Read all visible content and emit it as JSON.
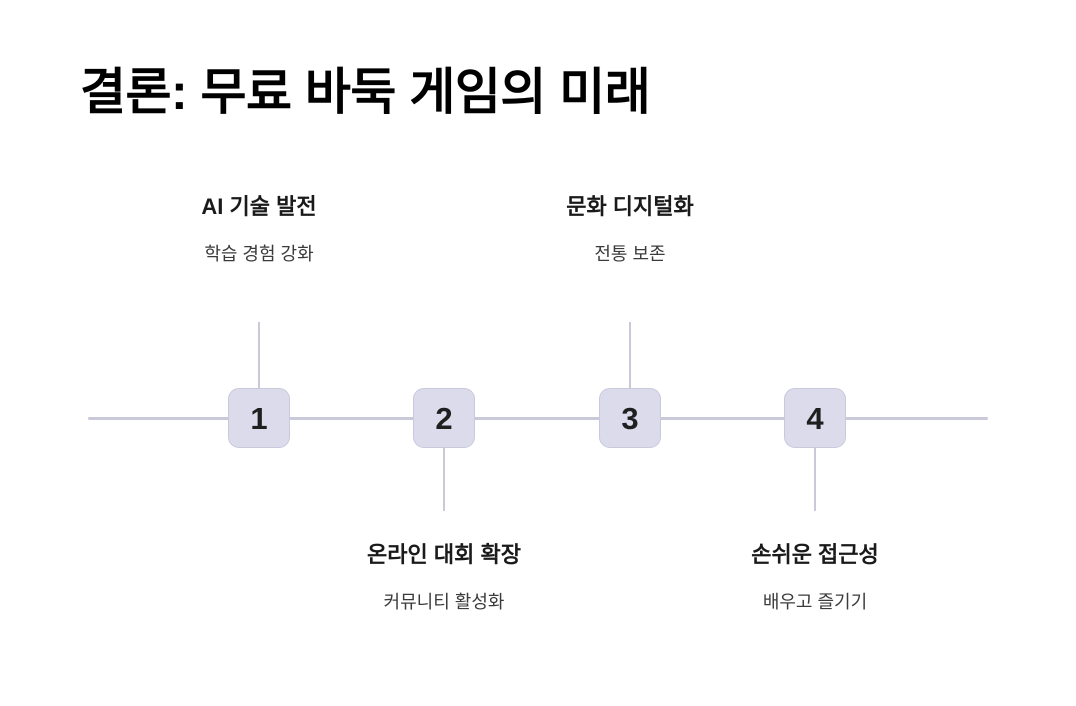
{
  "slide": {
    "title": "결론: 무료 바둑 게임의 미래",
    "background_color": "#ffffff"
  },
  "timeline": {
    "axis_color": "#c9c9da",
    "marker_fill": "#dbdbeb",
    "marker_border": "#c9c9dc",
    "marker_number_color": "#1f1f1f",
    "milestones": [
      {
        "number": "1",
        "title": "AI 기술 발전",
        "subtitle": "학습 경험 강화",
        "position": "above"
      },
      {
        "number": "2",
        "title": "온라인 대회 확장",
        "subtitle": "커뮤니티 활성화",
        "position": "below"
      },
      {
        "number": "3",
        "title": "문화 디지털화",
        "subtitle": "전통 보존",
        "position": "above"
      },
      {
        "number": "4",
        "title": "손쉬운 접근성",
        "subtitle": "배우고 즐기기",
        "position": "below"
      }
    ]
  }
}
